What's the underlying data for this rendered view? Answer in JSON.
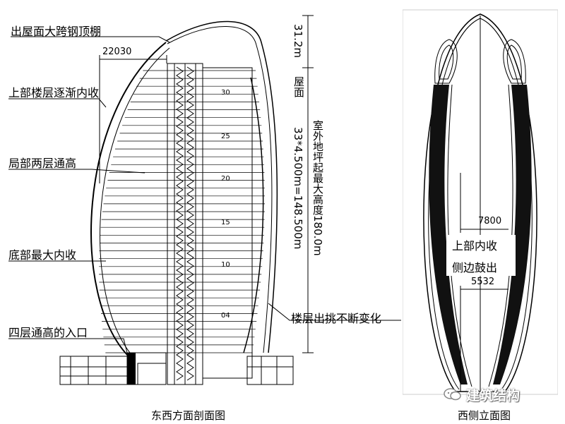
{
  "section_view": {
    "caption": "东西方面剖面图",
    "annotations": {
      "roof": "出屋面大跨钢顶棚",
      "upper_inward": "上部楼层逐渐内收",
      "double_height": "局部两层通高",
      "bottom_inward": "底部最大内收",
      "entrance": "四层通高的入口",
      "floor_overhang": "楼层出挑不断变化"
    },
    "dimensions": {
      "top_width": "22030",
      "roof_height": "31.2m",
      "roof_label": "屋面",
      "floor_height": "33*4.500m=148.500m",
      "max_height": "室外地坪起最大高度180.0m"
    },
    "floor_marks": [
      "30",
      "25",
      "20",
      "15",
      "10",
      "04"
    ]
  },
  "elevation_view": {
    "caption": "西侧立面图",
    "dim_top": "7800",
    "label_upper": "上部内收",
    "label_side": "侧边鼓出",
    "dim_bottom": "5532"
  },
  "watermark": "建筑结构"
}
